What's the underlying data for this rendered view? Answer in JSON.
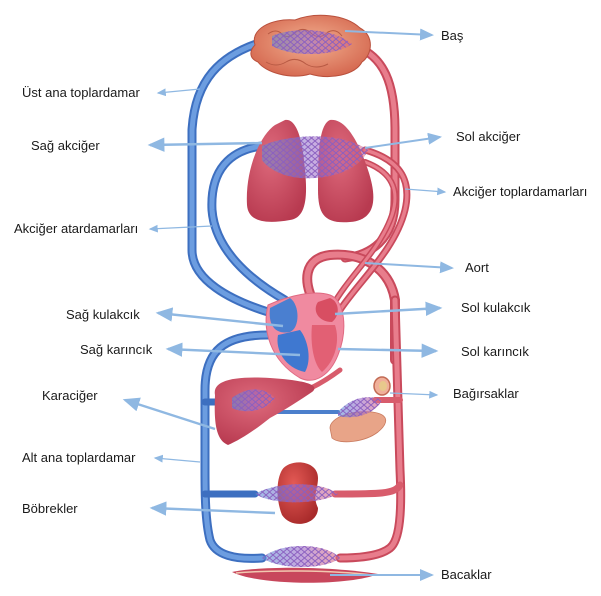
{
  "diagram": {
    "title": "",
    "colors": {
      "vein_blue": "#5b8fd6",
      "vein_blue_dark": "#3d6fc0",
      "artery_red": "#e2697a",
      "artery_red_dark": "#c94a5c",
      "organ_red": "#c8475c",
      "capillary_purple": "#8a5fc0",
      "pointer": "#8fb8e2",
      "brain": "#e08a6e",
      "heart_pink": "#f08aa0",
      "intestine": "#e8a488"
    },
    "labels": {
      "bas": "Baş",
      "ust_ana_toplardamar": "Üst ana toplardamar",
      "sag_akciger": "Sağ akciğer",
      "sol_akciger": "Sol akciğer",
      "akciger_toplardamarlari": "Akciğer toplardamarları",
      "akciger_atardamarlari": "Akciğer atardamarları",
      "aort": "Aort",
      "sag_kulakcik": "Sağ kulakcık",
      "sol_kulakcik": "Sol kulakcık",
      "sag_karincik": "Sağ karıncık",
      "sol_karincik": "Sol karıncık",
      "karaciger": "Karaciğer",
      "bagirsaklar": "Bağırsaklar",
      "alt_ana_toplardamar": "Alt ana toplardamar",
      "bobrekler": "Böbrekler",
      "bacaklar": "Bacaklar"
    }
  }
}
